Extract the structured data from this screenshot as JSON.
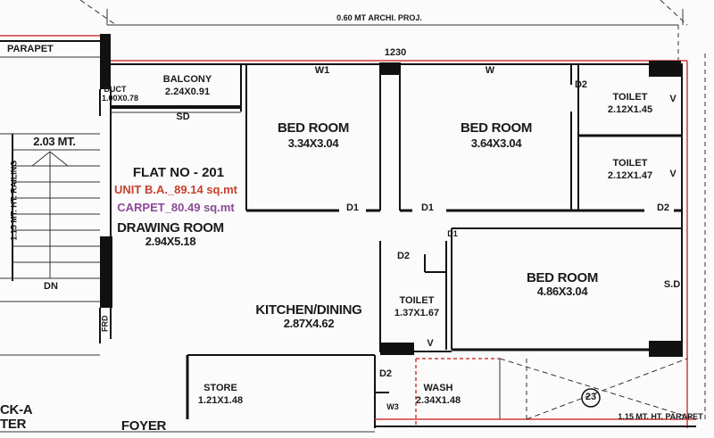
{
  "colors": {
    "wall": "#111111",
    "thin_line": "#333333",
    "red_line": "#d23a3a",
    "unit_ba": "#c8402c",
    "carpet": "#8a4a96",
    "background": "#fbfbfb"
  },
  "top_annotation": "0.60 MT ARCHI. PROJ.",
  "top_dimension": "1230",
  "parapet_label": "PARAPET",
  "duct_label": "DUCT",
  "duct_dim": "1.00X0.78",
  "stair_width": "2.03 MT.",
  "railing_label": "1.15 MT. HT. RAILING",
  "dn_label": "DN",
  "frd_label": "FRD",
  "flat": {
    "number": "FLAT NO - 201",
    "unit_ba": "UNIT B.A._89.14 sq.mt",
    "carpet": "CARPET_80.49 sq.mt"
  },
  "rooms": {
    "balcony": {
      "name": "BALCONY",
      "size": "2.24X0.91"
    },
    "bed1": {
      "name": "BED ROOM",
      "size": "3.34X3.04"
    },
    "bed2": {
      "name": "BED ROOM",
      "size": "3.64X3.04"
    },
    "bed3": {
      "name": "BED ROOM",
      "size": "4.86X3.04"
    },
    "toilet1": {
      "name": "TOILET",
      "size": "2.12X1.45"
    },
    "toilet2": {
      "name": "TOILET",
      "size": "2.12X1.47"
    },
    "toilet3": {
      "name": "TOILET",
      "size": "1.37X1.67"
    },
    "drawing": {
      "name": "DRAWING ROOM",
      "size": "2.94X5.18"
    },
    "kitchen": {
      "name": "KITCHEN/DINING",
      "size": "2.87X4.62"
    },
    "store": {
      "name": "STORE",
      "size": "1.21X1.48"
    },
    "wash": {
      "name": "WASH",
      "size": "2.34X1.48"
    },
    "foyer": {
      "name": "FOYER"
    }
  },
  "openings": {
    "w1": "W1",
    "w": "W",
    "sd_balcony": "SD",
    "sd_right": "S.D",
    "d1_a": "D1",
    "d1_b": "D1",
    "d2_toilet1": "D2",
    "d2_right": "D2",
    "d2_toilet3": "D2",
    "d2_wash": "D2",
    "d1_center": "D1",
    "v1": "V",
    "v2": "V",
    "v3": "V",
    "w3": "W3"
  },
  "circle_number": "23",
  "parapet_bottom": "1.15 MT. HT. PARAPET",
  "block_label_a": "CK-A",
  "block_label_b": "TER"
}
